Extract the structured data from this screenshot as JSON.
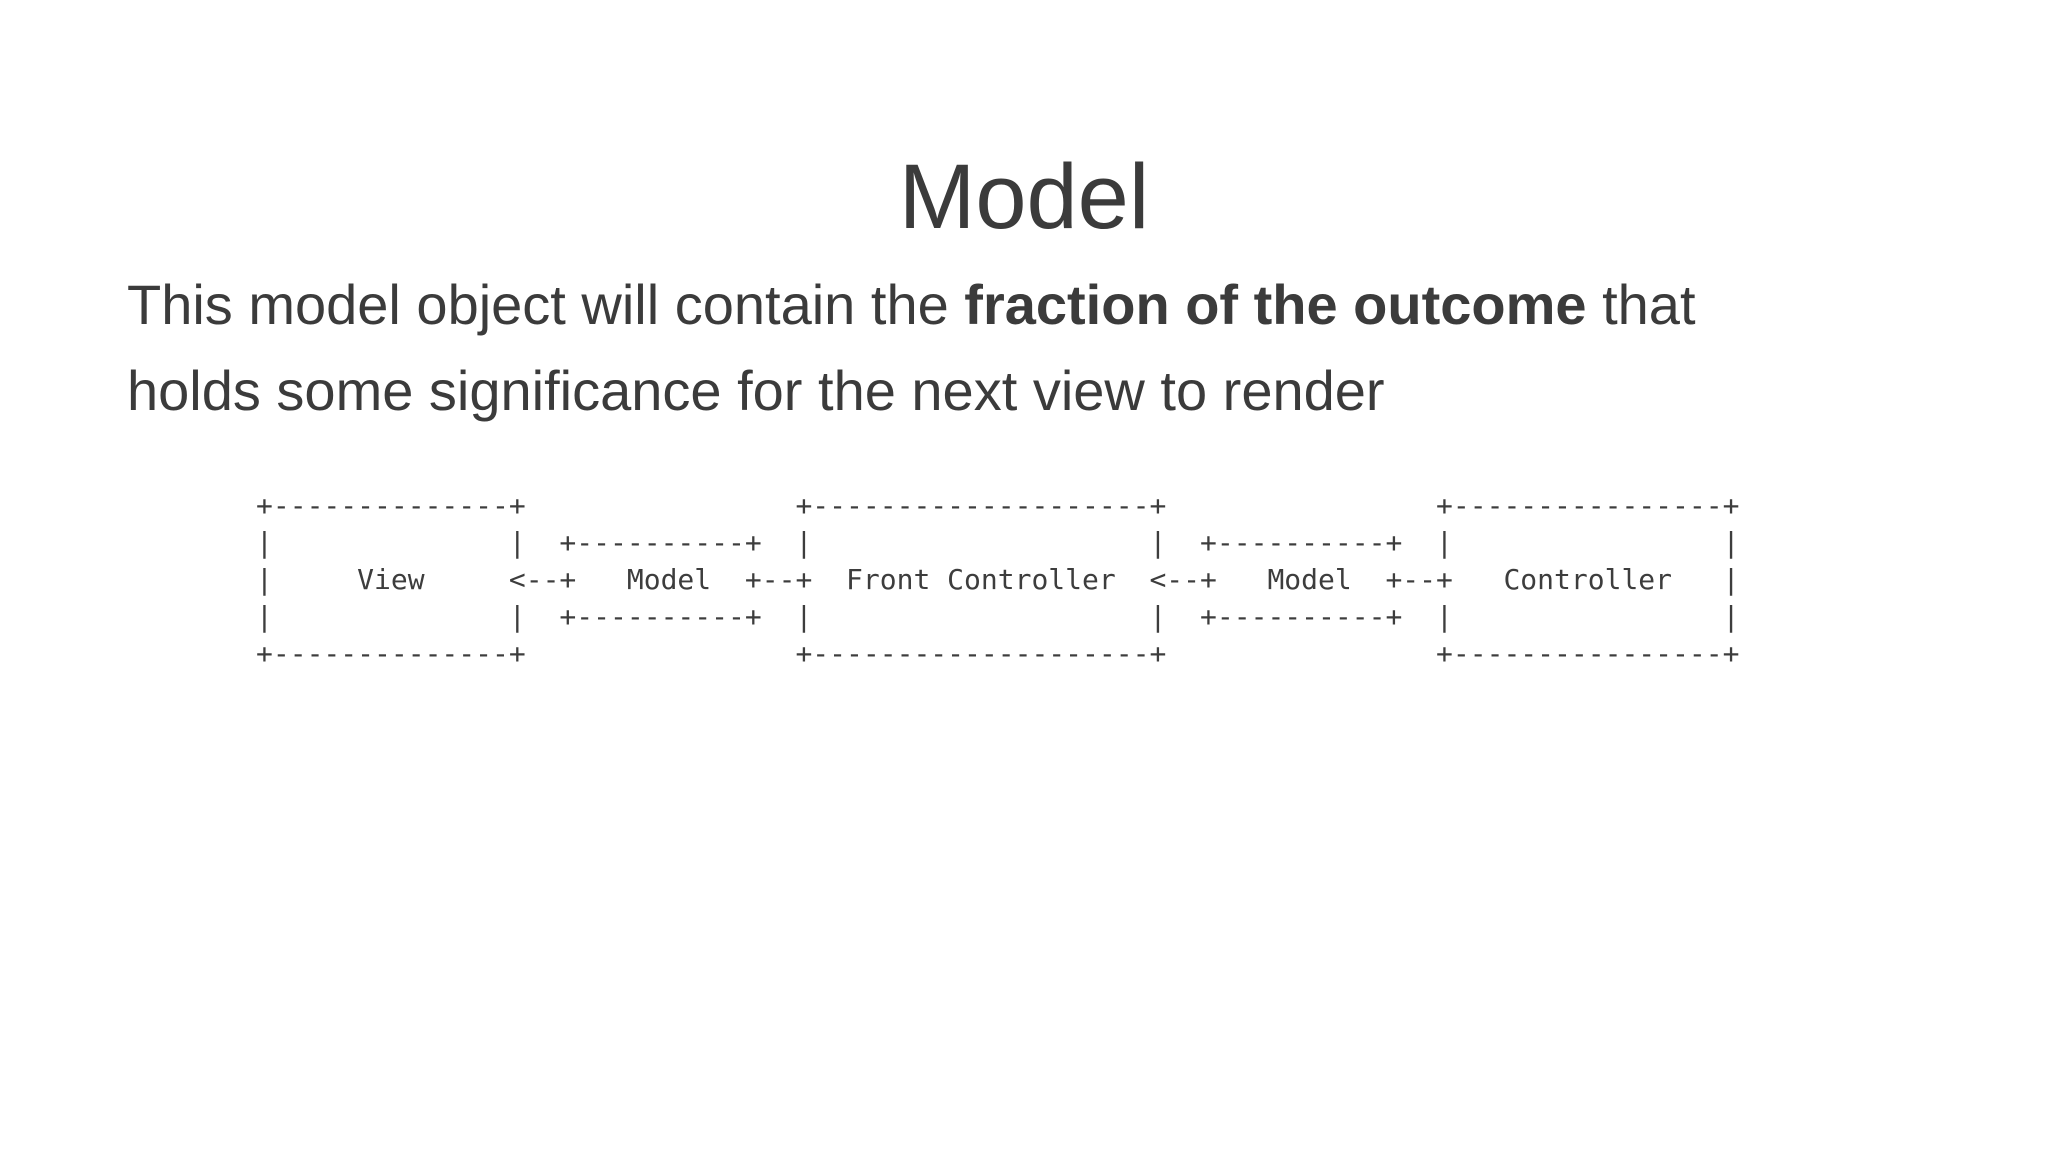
{
  "slide": {
    "title": "Model",
    "paragraph": {
      "lines": [
        {
          "segments": [
            {
              "text": "This model object will contain the ",
              "bold": false
            },
            {
              "text": "fraction of the outcome",
              "bold": true
            },
            {
              "text": " that",
              "bold": false
            }
          ]
        },
        {
          "segments": [
            {
              "text": "holds some significance for the next view to render",
              "bold": false
            }
          ]
        }
      ]
    },
    "ascii_diagram": {
      "node_labels": [
        "View",
        "Model",
        "Front Controller",
        "Model",
        "Controller"
      ],
      "rows": [
        "+--------------+                +--------------------+                +----------------+",
        "|              |  +----------+  |                    |  +----------+  |                |",
        "|     View     <--+   Model  +--+  Front Controller  <--+   Model  +--+   Controller   |",
        "|              |  +----------+  |                    |  +----------+  |                |",
        "+--------------+                +--------------------+                +----------------+"
      ]
    },
    "colors": {
      "background": "#ffffff",
      "text": "#3b3b3b"
    }
  }
}
